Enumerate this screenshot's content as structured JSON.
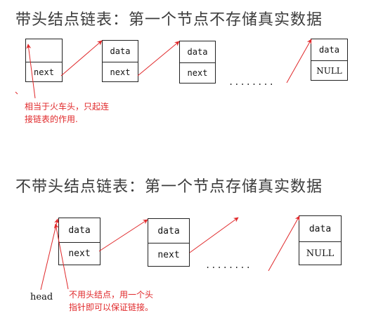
{
  "diagrams": {
    "with_head": {
      "title": "带头结点链表：第一个节点不存储真实数据",
      "nodes": [
        {
          "data": "",
          "next": "next"
        },
        {
          "data": "data",
          "next": "next"
        },
        {
          "data": "data",
          "next": "next"
        },
        {
          "data": "data",
          "next": "NULL"
        }
      ],
      "ellipsis": "........",
      "note_lines": [
        "相当于火车头，只起连",
        "接链表的作用."
      ]
    },
    "without_head": {
      "title": "不带头结点链表：第一个节点存储真实数据",
      "head_label": "head",
      "nodes": [
        {
          "data": "data",
          "next": "next"
        },
        {
          "data": "data",
          "next": "next"
        },
        {
          "data": "data",
          "next": "NULL"
        }
      ],
      "ellipsis": "........",
      "note_lines": [
        "不用头结点，用一个头",
        "指针即可以保证链接。"
      ]
    }
  },
  "colors": {
    "arrow": "#e0282a",
    "text": "#3c3c3c",
    "border": "#222222"
  }
}
